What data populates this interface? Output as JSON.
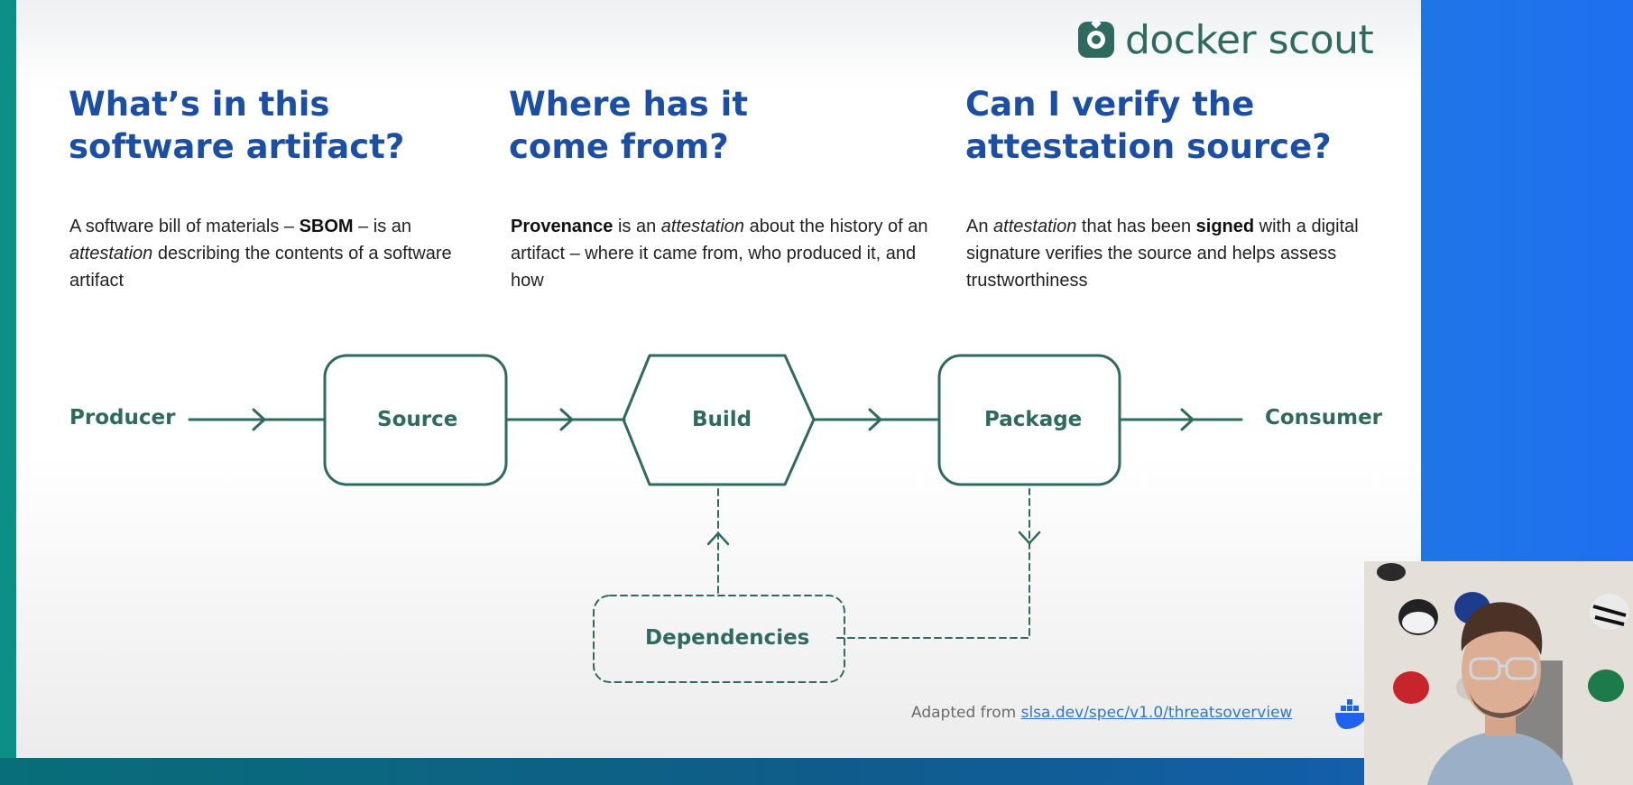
{
  "brand": {
    "name": "docker scout",
    "icon": "docker-scout-logo-icon",
    "color": "#2e6b5e"
  },
  "columns": [
    {
      "heading": "What’s in this\nsoftware artifact?",
      "desc": [
        {
          "t": "A software bill of materials – "
        },
        {
          "t": "SBOM",
          "b": true
        },
        {
          "t": " – is an "
        },
        {
          "t": "attestation",
          "i": true
        },
        {
          "t": " describing the contents of a software artifact"
        }
      ]
    },
    {
      "heading": "Where has it\ncome from?",
      "desc": [
        {
          "t": "Provenance",
          "b": true
        },
        {
          "t": " is an "
        },
        {
          "t": "attestation",
          "i": true
        },
        {
          "t": " about the history of an artifact – where it came from, who produced it, and how"
        }
      ]
    },
    {
      "heading": "Can I verify the\nattestation source?",
      "desc": [
        {
          "t": "An "
        },
        {
          "t": "attestation",
          "i": true
        },
        {
          "t": " that has been "
        },
        {
          "t": "signed",
          "b": true
        },
        {
          "t": " with a digital signature verifies the source and helps assess trustworthiness"
        }
      ]
    }
  ],
  "diagram": {
    "producer": "Producer",
    "source": "Source",
    "build": "Build",
    "package": "Package",
    "consumer": "Consumer",
    "dependencies": "Dependencies"
  },
  "attribution": {
    "prefix": "Adapted from ",
    "link": "slsa.dev/spec/v1.0/threatsoverview"
  },
  "colors": {
    "heading": "#1b4fa6",
    "diagram": "#2e6b5e",
    "link": "#2f78c7"
  }
}
